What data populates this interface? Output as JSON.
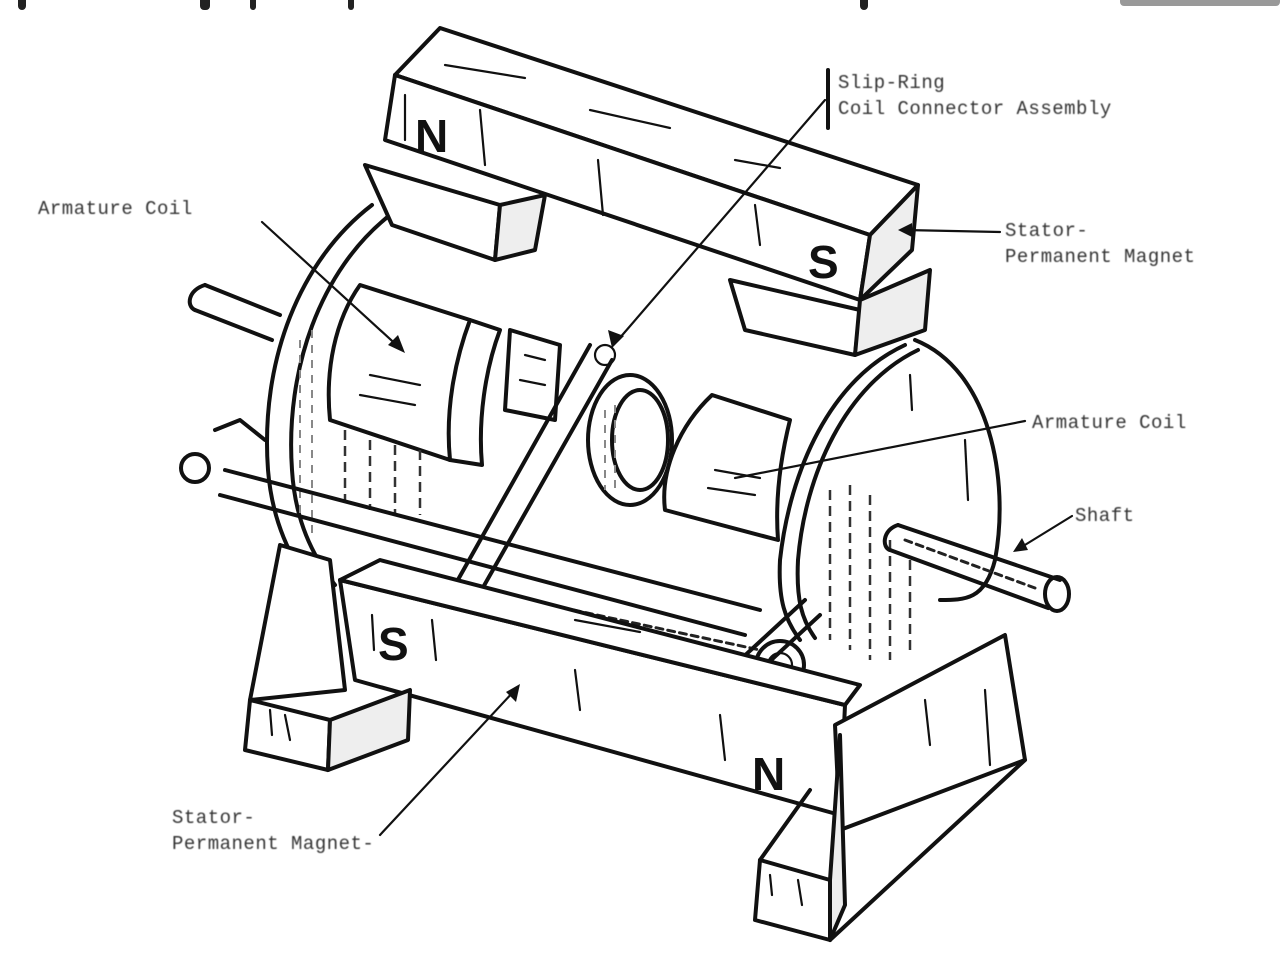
{
  "diagram": {
    "subject": "Permanent magnet motor / generator with armature coils and slip-ring assembly",
    "style": "black-and-white technical line drawing",
    "colors": {
      "ink": "#111111",
      "background": "#ffffff",
      "label_text": "#333333"
    },
    "labels": {
      "slip_ring_line1": "Slip-Ring",
      "slip_ring_line2": "Coil Connector Assembly",
      "armature_coil_left": "Armature Coil",
      "armature_coil_right": "Armature Coil",
      "stator_magnet_top_line1": "Stator-",
      "stator_magnet_top_line2": "Permanent Magnet",
      "shaft": "Shaft",
      "stator_magnet_bottom_line1": "Stator-",
      "stator_magnet_bottom_line2": "Permanent Magnet-"
    },
    "poles": {
      "top_magnet_left": "N",
      "top_magnet_right": "S",
      "bottom_magnet_left": "S",
      "bottom_magnet_right": "N"
    },
    "components": [
      "top stator permanent magnet",
      "bottom stator permanent magnet",
      "left armature coil",
      "right armature coil",
      "slip-ring coil connector assembly",
      "shaft",
      "end discs",
      "tie rods",
      "support stands"
    ]
  }
}
